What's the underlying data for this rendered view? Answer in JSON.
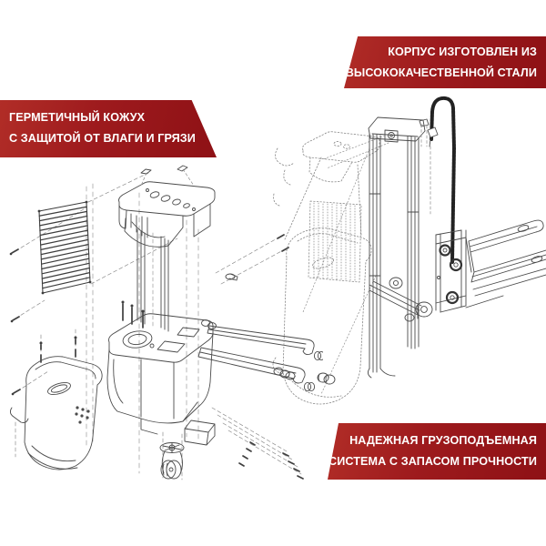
{
  "page": {
    "background_color": "#ffffff",
    "accent_color": "#9d1a1d",
    "accent_gradient": [
      "#b12d27",
      "#8e1115"
    ],
    "banner_text_color": "#ffffff",
    "drawing_line_color": "#4b4b4b",
    "chain_color": "#232323"
  },
  "banners": {
    "sealed_cover": {
      "line1": "ГЕРМЕТИЧНЫЙ КОЖУХ",
      "line2": "С ЗАЩИТОЙ ОТ ВЛАГИ И ГРЯЗИ"
    },
    "steel_body": {
      "line1": "КОРПУС ИЗГОТОВЛЕН ИЗ",
      "line2": "ВЫСОКОКАЧЕСТВЕННОЙ СТАЛИ"
    },
    "lifting_system": {
      "line1": "НАДЕЖНАЯ ГРУЗОПОДЪЕМНАЯ",
      "line2": "СИСТЕМА С ЗАПАСОМ ПРОЧНОСТИ"
    }
  },
  "figures": {
    "left": "exploded-view-line-drawing-of-pallet-stacker",
    "right": "assembled-pallet-stacker-line-drawing-with-lift-chain"
  }
}
